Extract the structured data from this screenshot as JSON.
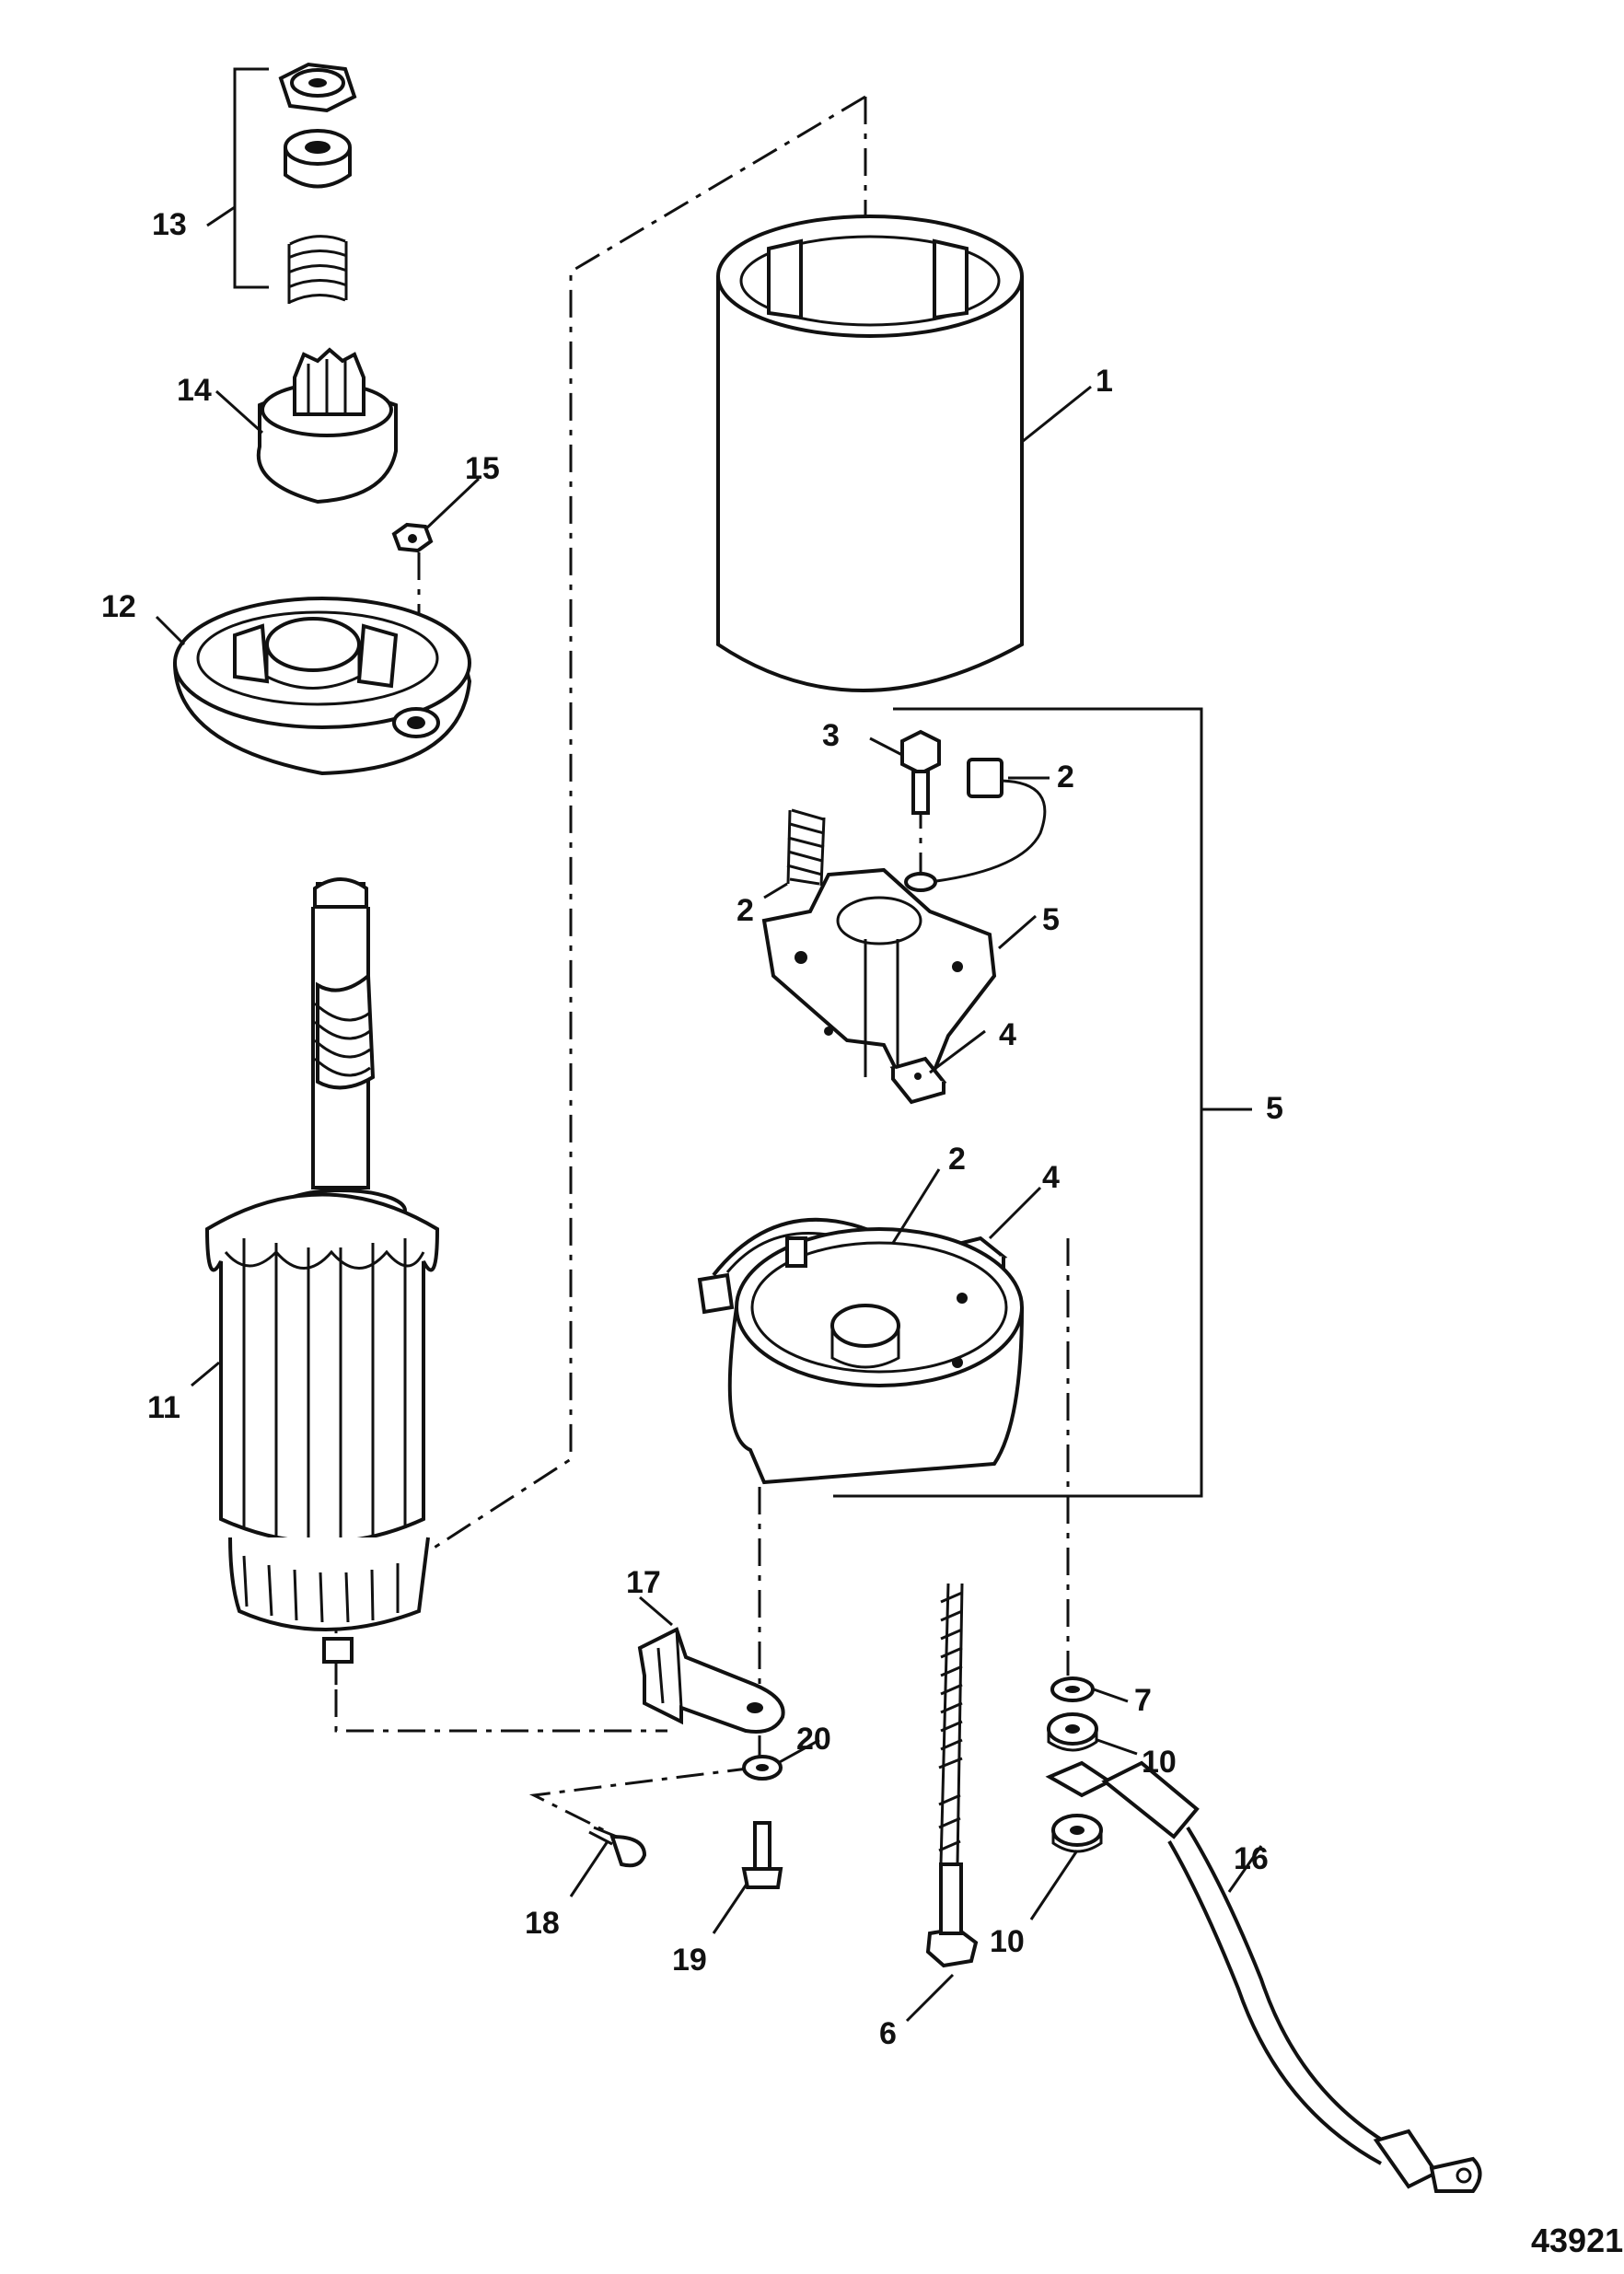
{
  "diagram": {
    "figure_number": "43921",
    "labels": {
      "l1": "1",
      "l2a": "2",
      "l2b": "2",
      "l2c": "2",
      "l3": "3",
      "l4a": "4",
      "l4b": "4",
      "l5a": "5",
      "l5b": "5",
      "l6": "6",
      "l7": "7",
      "l10a": "10",
      "l10b": "10",
      "l11": "11",
      "l12": "12",
      "l13": "13",
      "l14": "14",
      "l15": "15",
      "l16": "16",
      "l17": "17",
      "l18": "18",
      "l19": "19",
      "l20": "20"
    }
  }
}
